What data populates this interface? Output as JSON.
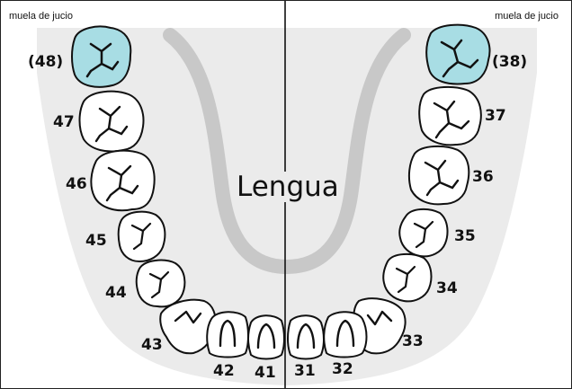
{
  "labels": {
    "wisdom_tooth_left": "muela de jucio",
    "wisdom_tooth_right": "muela de jucio",
    "tongue": "Lengua"
  },
  "teeth": {
    "t48": "(48)",
    "t47": "47",
    "t46": "46",
    "t45": "45",
    "t44": "44",
    "t43": "43",
    "t42": "42",
    "t41": "41",
    "t31": "31",
    "t32": "32",
    "t33": "33",
    "t34": "34",
    "t35": "35",
    "t36": "36",
    "t37": "37",
    "t38": "(38)"
  },
  "colors": {
    "wisdom_tooth_fill": "#a8dde4",
    "tooth_fill": "#ffffff",
    "arch_background": "#ebebeb",
    "tongue_outline": "#c8c8c8",
    "outline": "#111111"
  }
}
